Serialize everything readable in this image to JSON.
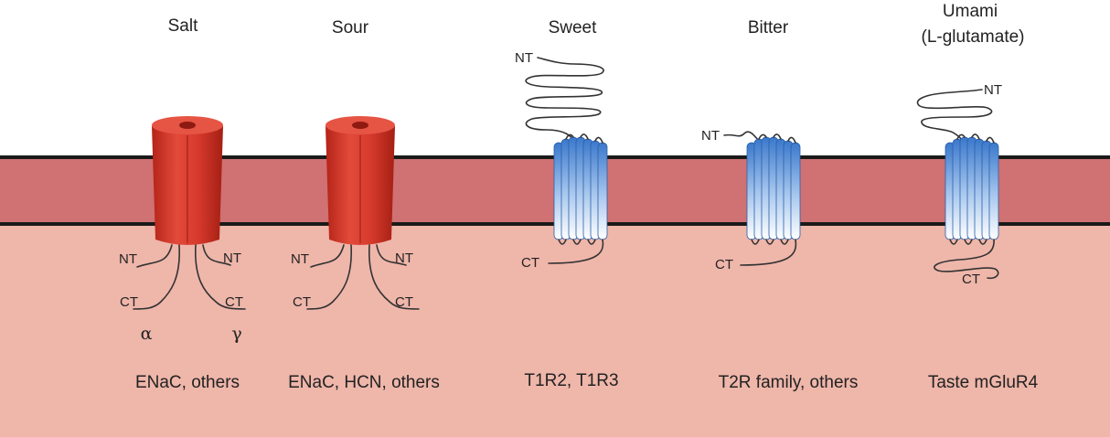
{
  "colors": {
    "extracellular": "#ffffff",
    "membrane": "#d07173",
    "membrane_edge": "#1a1a1a",
    "intracellular": "#efb6aa",
    "channel": "#d83a2c",
    "receptor": "#3f7fd0"
  },
  "receptors": [
    {
      "taste": "Salt",
      "taste_sub": "",
      "family": "ENaC, others",
      "kind": "channel",
      "termini": [
        "NT",
        "NT",
        "CT",
        "CT"
      ],
      "subunits": [
        "α",
        "γ"
      ]
    },
    {
      "taste": "Sour",
      "taste_sub": "",
      "family": "ENaC, HCN, others",
      "kind": "channel",
      "termini": [
        "NT",
        "NT",
        "CT",
        "CT"
      ]
    },
    {
      "taste": "Sweet",
      "taste_sub": "",
      "family": "T1R2, T1R3",
      "kind": "gpcr",
      "nt": "NT",
      "ct": "CT"
    },
    {
      "taste": "Bitter",
      "taste_sub": "",
      "family": "T2R family, others",
      "kind": "gpcr",
      "nt": "NT",
      "ct": "CT"
    },
    {
      "taste": "Umami",
      "taste_sub": "(L-glutamate)",
      "family": "Taste mGluR4",
      "kind": "gpcr",
      "nt": "NT",
      "ct": "CT"
    }
  ]
}
